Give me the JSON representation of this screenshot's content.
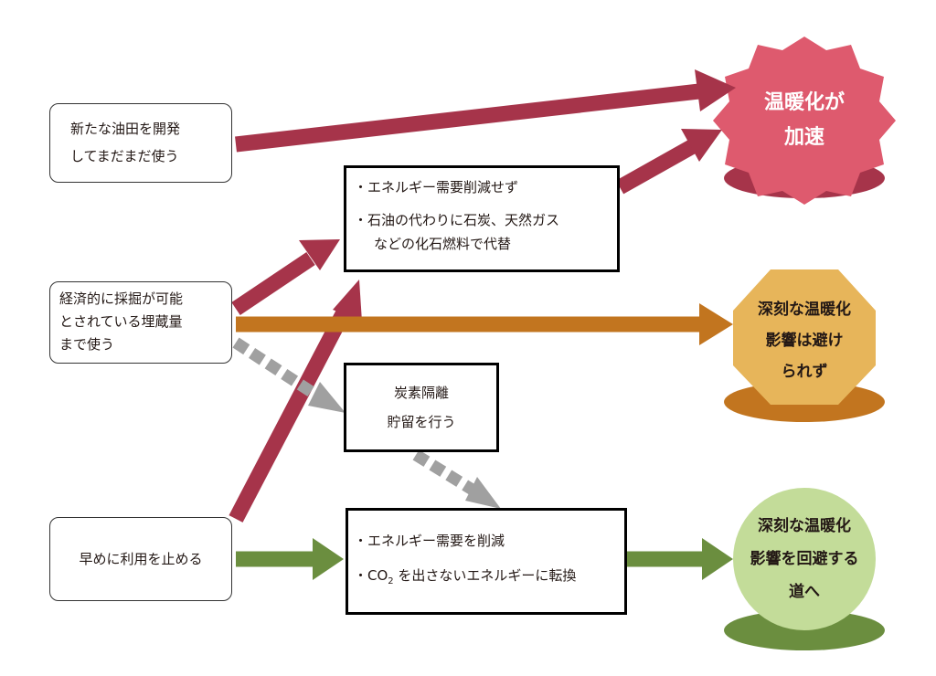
{
  "inputs": {
    "new_oil": {
      "line1": "新たな油田を開発",
      "line2": "してまだまだ使う"
    },
    "reserves": {
      "line1": "経済的に採掘が可能",
      "line2": "とされている埋蔵量",
      "line3": "まで使う"
    },
    "early_stop": {
      "label": "早めに利用を止める"
    }
  },
  "actions": {
    "no_reduction": {
      "bullet1": "・エネルギー需要削減せず",
      "bullet2_line1": "・石油の代わりに石炭、天然ガス",
      "bullet2_line2": "などの化石燃料で代替"
    },
    "ccs": {
      "line1": "炭素隔離",
      "line2": "貯留を行う"
    },
    "transition": {
      "bullet1": "・エネルギー需要を削減",
      "bullet2_prefix": "・CO",
      "bullet2_sub": "2",
      "bullet2_suffix": " を出さないエネルギーに転換"
    }
  },
  "outcomes": {
    "accelerate": {
      "line1": "温暖化が",
      "line2": "加速"
    },
    "unavoidable": {
      "line1": "深刻な温暖化",
      "line2": "影響は避け",
      "line3": "られず"
    },
    "avoid": {
      "line1": "深刻な温暖化",
      "line2": "影響を回避する",
      "line3": "道へ"
    }
  },
  "colors": {
    "accelerate_arrow": "#a6344a",
    "unavoidable_arrow": "#c2751f",
    "avoid_arrow": "#6b8e3f",
    "ccs_arrow": "#a0a0a0",
    "accelerate_fill": "#de5a6e",
    "accelerate_shadow": "#a6344a",
    "unavoidable_fill": "#e7b55a",
    "unavoidable_shadow": "#c2751f",
    "avoid_fill": "#c3dc99",
    "avoid_shadow": "#6b8e3f"
  }
}
